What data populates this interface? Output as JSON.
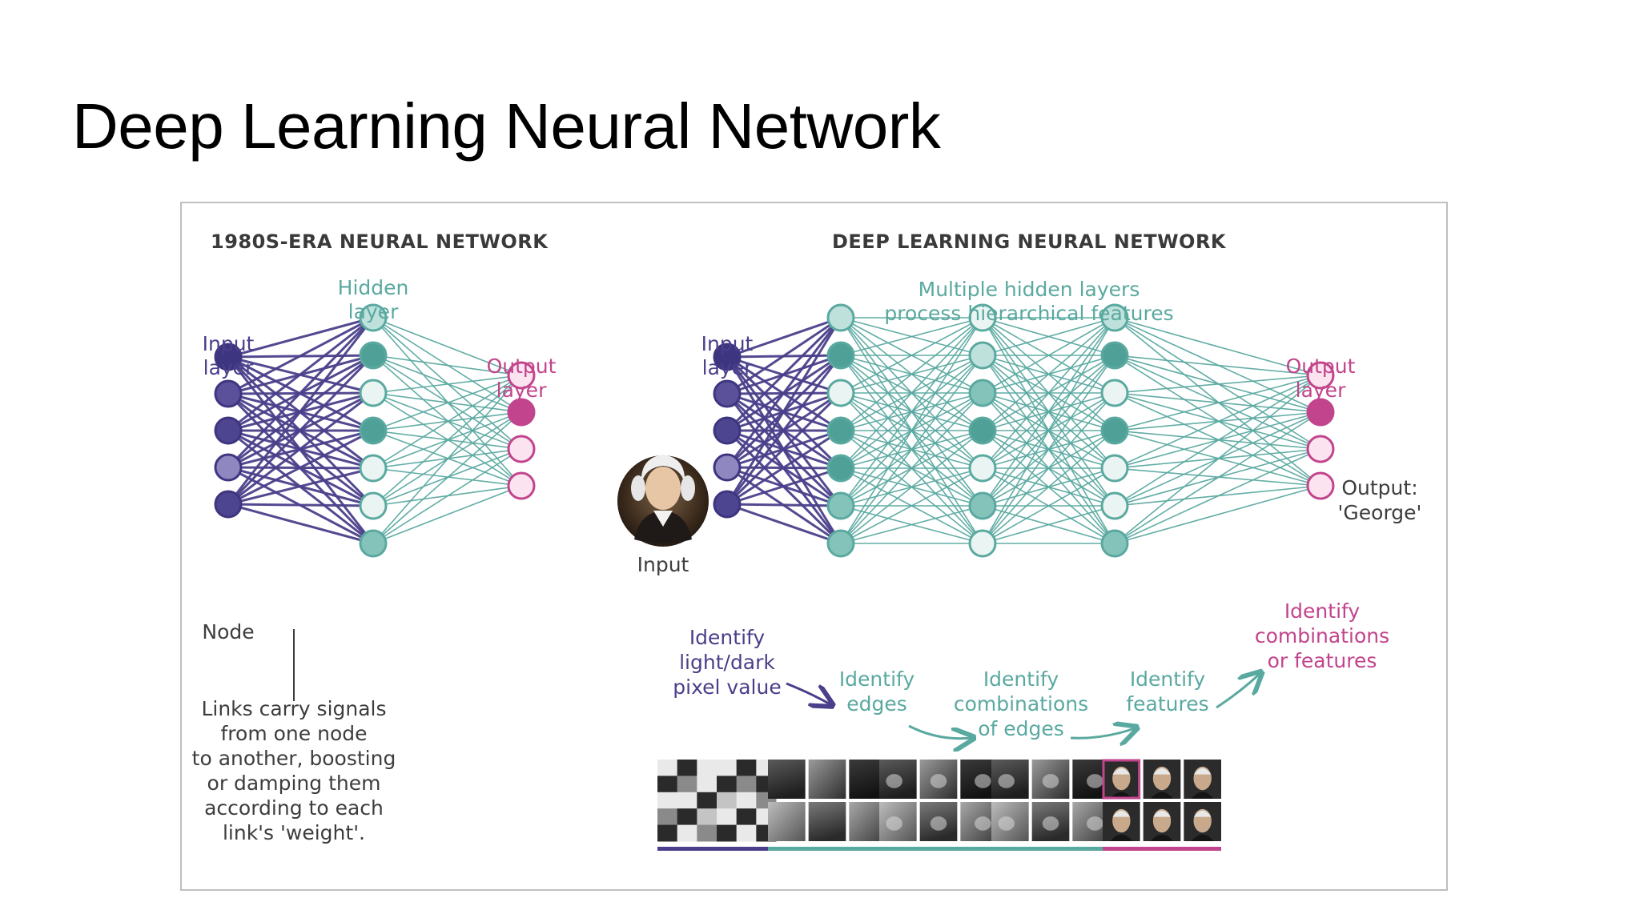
{
  "slide_title": "Deep Learning Neural Network",
  "colors": {
    "purple": "#4a3f8a",
    "teal": "#5aa9a0",
    "magenta": "#c2448c",
    "text_gray": "#3d3d3d"
  },
  "old_network": {
    "heading": "1980S-ERA NEURAL NETWORK",
    "input_label": [
      "Input",
      "layer"
    ],
    "hidden_label": [
      "Hidden",
      "layer"
    ],
    "output_label": [
      "Output",
      "layer"
    ],
    "node_label": "Node",
    "links_caption": [
      "Links carry signals",
      "from one node",
      "to another, boosting",
      "or damping them",
      "according to each",
      "link's 'weight'."
    ]
  },
  "deep_network": {
    "heading": "DEEP LEARNING NEURAL NETWORK",
    "hidden_caption": [
      "Multiple hidden layers",
      "process hierarchical features"
    ],
    "input_label": [
      "Input",
      "layer"
    ],
    "output_label": [
      "Output",
      "layer"
    ],
    "input_image_label": "Input",
    "output_result": [
      "Output:",
      "'George'"
    ],
    "stage_labels": {
      "pixel": [
        "Identify",
        "light/dark",
        "pixel value"
      ],
      "edges": [
        "Identify",
        "edges"
      ],
      "combos": [
        "Identify",
        "combinations",
        "of edges"
      ],
      "features": [
        "Identify",
        "features"
      ],
      "combos_features": [
        "Identify",
        "combinations",
        "or features"
      ]
    }
  },
  "thumbnail_groups": [
    {
      "name": "pixels",
      "color": "#4a3f8a"
    },
    {
      "name": "edges",
      "color": "#5aa9a0"
    },
    {
      "name": "edge-combinations",
      "color": "#5aa9a0"
    },
    {
      "name": "features",
      "color": "#5aa9a0"
    },
    {
      "name": "faces",
      "color": "#c2448c"
    }
  ]
}
